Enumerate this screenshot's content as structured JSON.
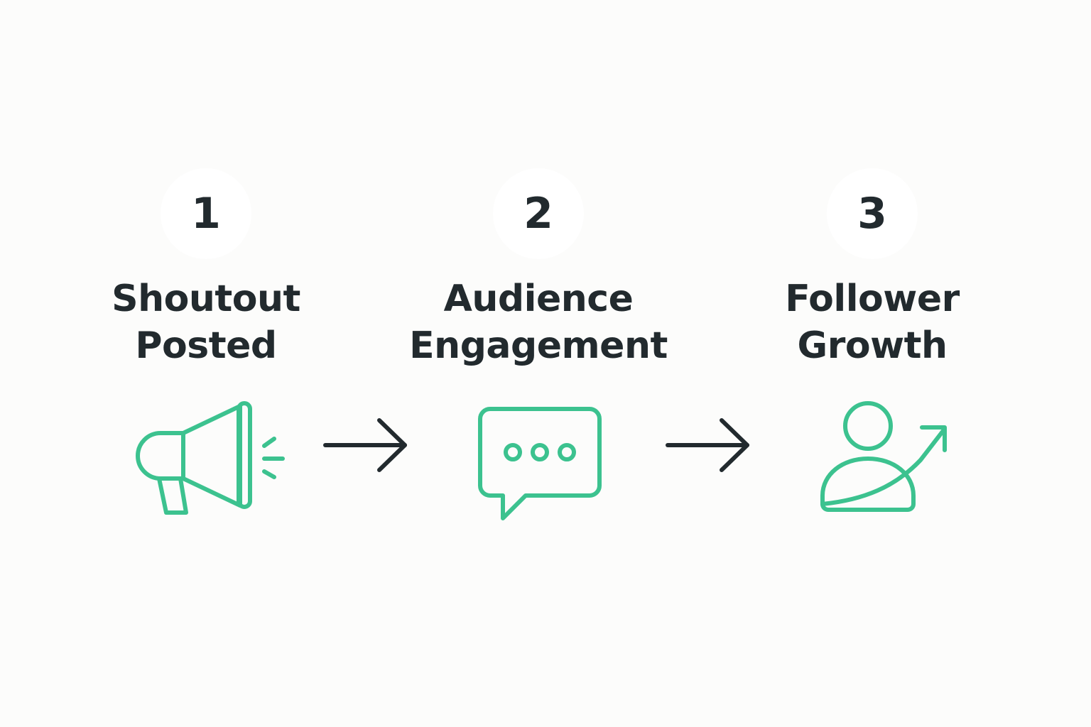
{
  "colors": {
    "accent": "#3cc28f",
    "text": "#222a2e",
    "background": "#fcfcfb"
  },
  "steps": [
    {
      "number": "1",
      "line1": "Shoutout",
      "line2": "Posted",
      "icon": "megaphone-icon"
    },
    {
      "number": "2",
      "line1": "Audience",
      "line2": "Engagement",
      "icon": "chat-bubble-icon"
    },
    {
      "number": "3",
      "line1": "Follower",
      "line2": "Growth",
      "icon": "user-growth-icon"
    }
  ],
  "connectors": [
    "arrow-right-icon",
    "arrow-right-icon"
  ]
}
